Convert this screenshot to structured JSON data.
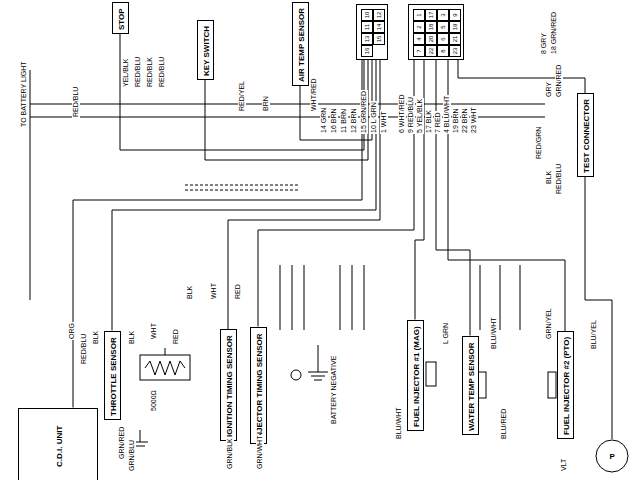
{
  "diagram": {
    "nodes": [
      {
        "text": [
          "STOP"
        ]
      },
      {
        "text": [
          "KEY SWITCH"
        ]
      },
      {
        "text": [
          "AIR TEMP SENSOR"
        ]
      },
      {
        "text": [
          "10",
          "12",
          "11",
          "14",
          "13",
          "15",
          "16"
        ]
      },
      {
        "text": [
          "1",
          "17",
          "3",
          "9",
          "2",
          "18",
          "5",
          "19",
          "4",
          "20",
          "6",
          "21",
          "7",
          "22",
          "8",
          "23"
        ]
      },
      {
        "text": [
          "TEST CONNECTOR"
        ]
      },
      {
        "text": [
          "THROTTLE SENSOR"
        ]
      },
      {
        "text": [
          "IGNITION TIMING SENSOR"
        ]
      },
      {
        "text": [
          "INJECTOR TIMING SENSOR"
        ]
      },
      {
        "text": [
          "FUEL INJECTOR #1 (MAG)"
        ]
      },
      {
        "text": [
          "WATER TEMP SENSOR"
        ]
      },
      {
        "text": [
          "FUEL INJECTOR #2 (PTO)"
        ]
      },
      {
        "text": [
          "C.D.I. UNIT"
        ]
      },
      {
        "text": [
          "P"
        ]
      }
    ],
    "edges": [
      {
        "from": 0,
        "to": 3,
        "arrow": "none"
      },
      {
        "from": 1,
        "to": 3,
        "arrow": "none"
      },
      {
        "from": 2,
        "to": 3,
        "arrow": "none"
      },
      {
        "from": 5,
        "to": 4,
        "arrow": "none"
      },
      {
        "from": 6,
        "to": 3,
        "arrow": "none"
      },
      {
        "from": 7,
        "to": 3,
        "arrow": "none"
      },
      {
        "from": 8,
        "to": 4,
        "arrow": "none"
      },
      {
        "from": 9,
        "to": 4,
        "arrow": "none"
      },
      {
        "from": 10,
        "to": 4,
        "arrow": "none"
      },
      {
        "from": 11,
        "to": 4,
        "arrow": "none"
      },
      {
        "from": 12,
        "to": 3,
        "arrow": "none"
      },
      {
        "from": 13,
        "to": 5,
        "arrow": "none"
      }
    ],
    "labels": [
      "TO BATTERY LIGHT",
      "YEL/BLK",
      "RED/BLU",
      "RED/BLK",
      "RED/BLU",
      "RED/BLU",
      "RED/YEL",
      "BRN",
      "WHT/RED",
      "14 GRN",
      "16 BRN",
      "11 BRN",
      "12 BRN",
      "15 GRN/RED",
      "10 L GRN",
      "1 WHT",
      "6 WHT/RED",
      "9 RED/BLU",
      "5 YEL/BLK",
      "17 BLK",
      "7 RED",
      "4 BLU/WHT",
      "19 BRN",
      "22 BRN",
      "23 WHT",
      "8 GRY",
      "18 GRN/RED",
      "GRY",
      "GRN/RED",
      "RED/GRN",
      "BLK",
      "RED/BLU",
      "BLK",
      "WHT",
      "RED",
      "BLK",
      "WHT",
      "RED",
      "5000Ω",
      "ORG",
      "RED/BLU",
      "BLK",
      "BATTERY NEGATIVE",
      "GRN/BLK",
      "GRN/WHT",
      "L GRN",
      "BLU/WHT",
      "BLU/WHT",
      "BLU/RED",
      "GRN/YEL",
      "BLU/YEL",
      "VLT",
      "GRN/RED",
      "GRN/BLU"
    ]
  }
}
